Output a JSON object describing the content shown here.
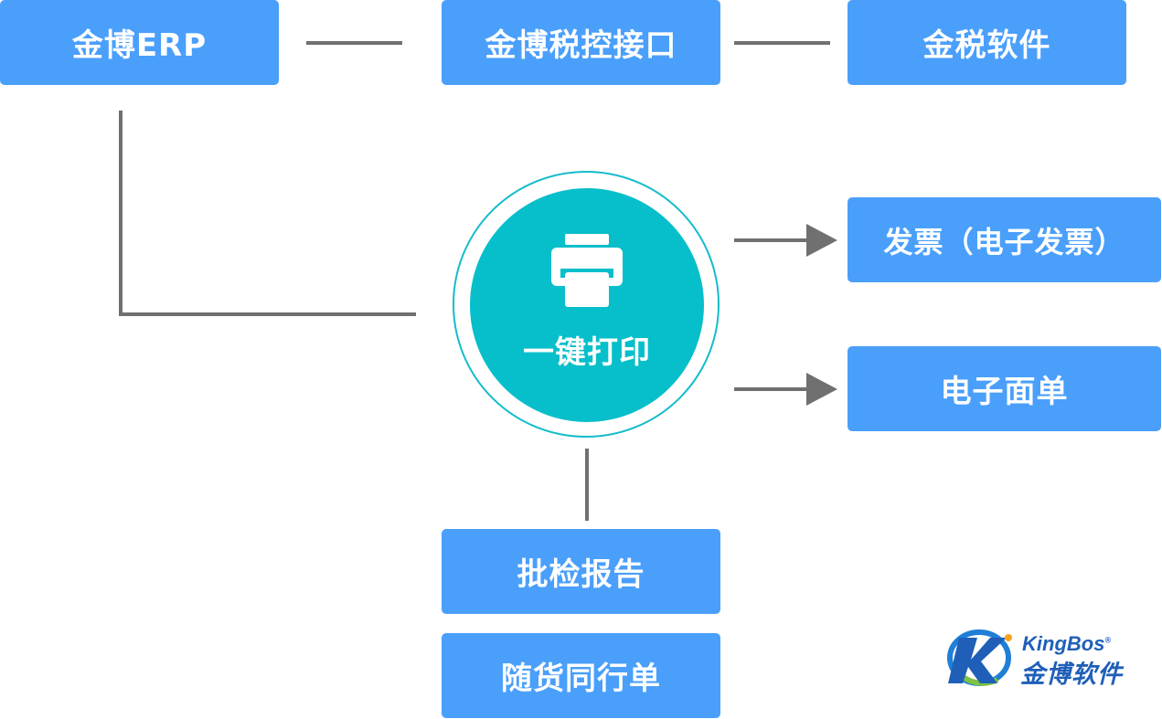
{
  "nodes": {
    "erp": "金博ERP",
    "tax_interface": "金博税控接口",
    "golden_tax": "金税软件",
    "one_click_print": "一键打印",
    "invoice": "发票（电子发票）",
    "electronic_waybill": "电子面单",
    "inspection_report": "批检报告",
    "delivery_note": "随货同行单"
  },
  "logo": {
    "name_en": "KingBos",
    "reg_mark": "®",
    "name_cn": "金博软件"
  },
  "colors": {
    "box_fill": "#4a9ffb",
    "circle_fill": "#06bfca",
    "circle_ring": "#14bccb",
    "connector": "#707070",
    "brand": "#1f5fb8"
  }
}
